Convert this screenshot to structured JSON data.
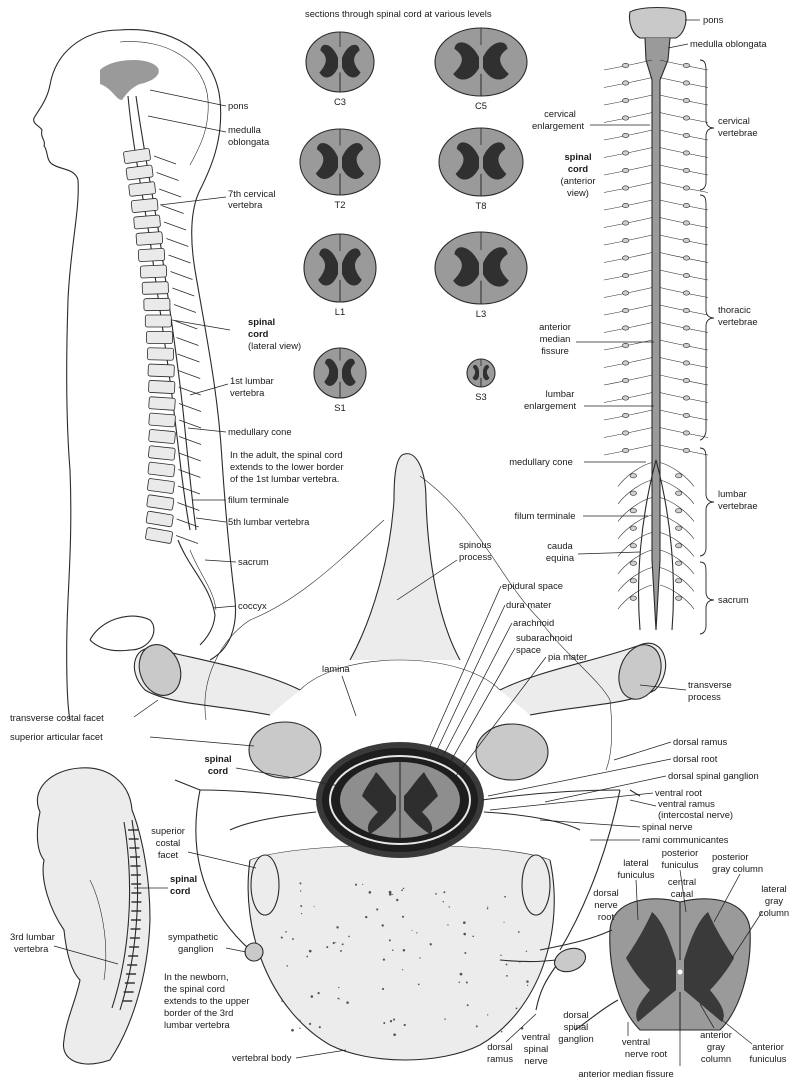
{
  "title": "sections through spinal cord at various levels",
  "sections": [
    {
      "label": "C3"
    },
    {
      "label": "C5"
    },
    {
      "label": "T2"
    },
    {
      "label": "T8"
    },
    {
      "label": "L1"
    },
    {
      "label": "L3"
    },
    {
      "label": "S1"
    },
    {
      "label": "S3"
    }
  ],
  "lateral": {
    "pons": "pons",
    "medulla_1": "medulla",
    "medulla_2": "oblongata",
    "c7_1": "7th cervical",
    "c7_2": "vertebra",
    "cord_1": "spinal",
    "cord_2": "cord",
    "cord_3": "(lateral view)",
    "l1_1": "1st lumbar",
    "l1_2": "vertebra",
    "cone": "medullary cone",
    "note_1": "In the adult, the spinal cord",
    "note_2": "extends to the lower border",
    "note_3": "of the 1st lumbar vertebra.",
    "filum": "filum terminale",
    "l5": "5th lumbar vertebra",
    "sacrum": "sacrum",
    "coccyx": "coccyx"
  },
  "anterior": {
    "pons": "pons",
    "medulla": "medulla oblongata",
    "cerv_enl_1": "cervical",
    "cerv_enl_2": "enlargement",
    "cord_1": "spinal",
    "cord_2": "cord",
    "cord_3": "(anterior",
    "cord_4": "view)",
    "amf_1": "anterior",
    "amf_2": "median",
    "amf_3": "fissure",
    "lumb_enl_1": "lumbar",
    "lumb_enl_2": "enlargement",
    "cone": "medullary cone",
    "filum": "filum terminale",
    "cauda_1": "cauda",
    "cauda_2": "equina",
    "cerv_v_1": "cervical",
    "cerv_v_2": "vertebrae",
    "thor_v_1": "thoracic",
    "thor_v_2": "vertebrae",
    "lumb_v_1": "lumbar",
    "lumb_v_2": "vertebrae",
    "sacrum": "sacrum"
  },
  "vertebra": {
    "spinous_1": "spinous",
    "spinous_2": "process",
    "epidural": "epidural space",
    "dura": "dura mater",
    "arachnoid": "arachnoid",
    "subarach_1": "subarachnoid",
    "subarach_2": "space",
    "pia": "pia mater",
    "lamina": "lamina",
    "transverse_1": "transverse",
    "transverse_2": "process",
    "tcf": "transverse costal facet",
    "saf": "superior articular facet",
    "cord_1": "spinal",
    "cord_2": "cord",
    "dorsal_ramus": "dorsal ramus",
    "dorsal_root": "dorsal root",
    "dsg": "dorsal spinal ganglion",
    "ventral_root": "ventral root",
    "ventral_ramus": "ventral ramus",
    "intercostal": "(intercostal nerve)",
    "spinal_nerve": "spinal nerve",
    "rami": "rami communicantes",
    "scf_1": "superior",
    "scf_2": "costal",
    "scf_3": "facet",
    "symp_1": "sympathetic",
    "symp_2": "ganglion",
    "body": "vertebral body"
  },
  "newborn": {
    "cord_1": "spinal",
    "cord_2": "cord",
    "l3_1": "3rd lumbar",
    "l3_2": "vertebra",
    "note_1": "In the newborn,",
    "note_2": "the spinal cord",
    "note_3": "extends to the upper",
    "note_4": "border of the 3rd",
    "note_5": "lumbar vertebra"
  },
  "cross": {
    "pf_1": "posterior",
    "pf_2": "funiculus",
    "pgc_1": "posterior",
    "pgc_2": "gray column",
    "lf_1": "lateral",
    "lf_2": "funiculus",
    "cc_1": "central",
    "cc_2": "canal",
    "lgc_1": "lateral",
    "lgc_2": "gray",
    "lgc_3": "column",
    "dnr_1": "dorsal",
    "dnr_2": "nerve",
    "dnr_3": "root",
    "dsg_1": "dorsal",
    "dsg_2": "spinal",
    "dsg_3": "ganglion",
    "dr_1": "dorsal",
    "dr_2": "ramus",
    "vsn_1": "ventral",
    "vsn_2": "spinal",
    "vsn_3": "nerve",
    "vnr_1": "ventral",
    "vnr_2": "nerve root",
    "agc_1": "anterior",
    "agc_2": "gray",
    "agc_3": "column",
    "af_1": "anterior",
    "af_2": "funiculus",
    "amf": "anterior median fissure"
  },
  "colors": {
    "ink": "#2a2a2a",
    "gray_matter": "#3a3a3a",
    "white_matter": "#9a9a9a"
  }
}
